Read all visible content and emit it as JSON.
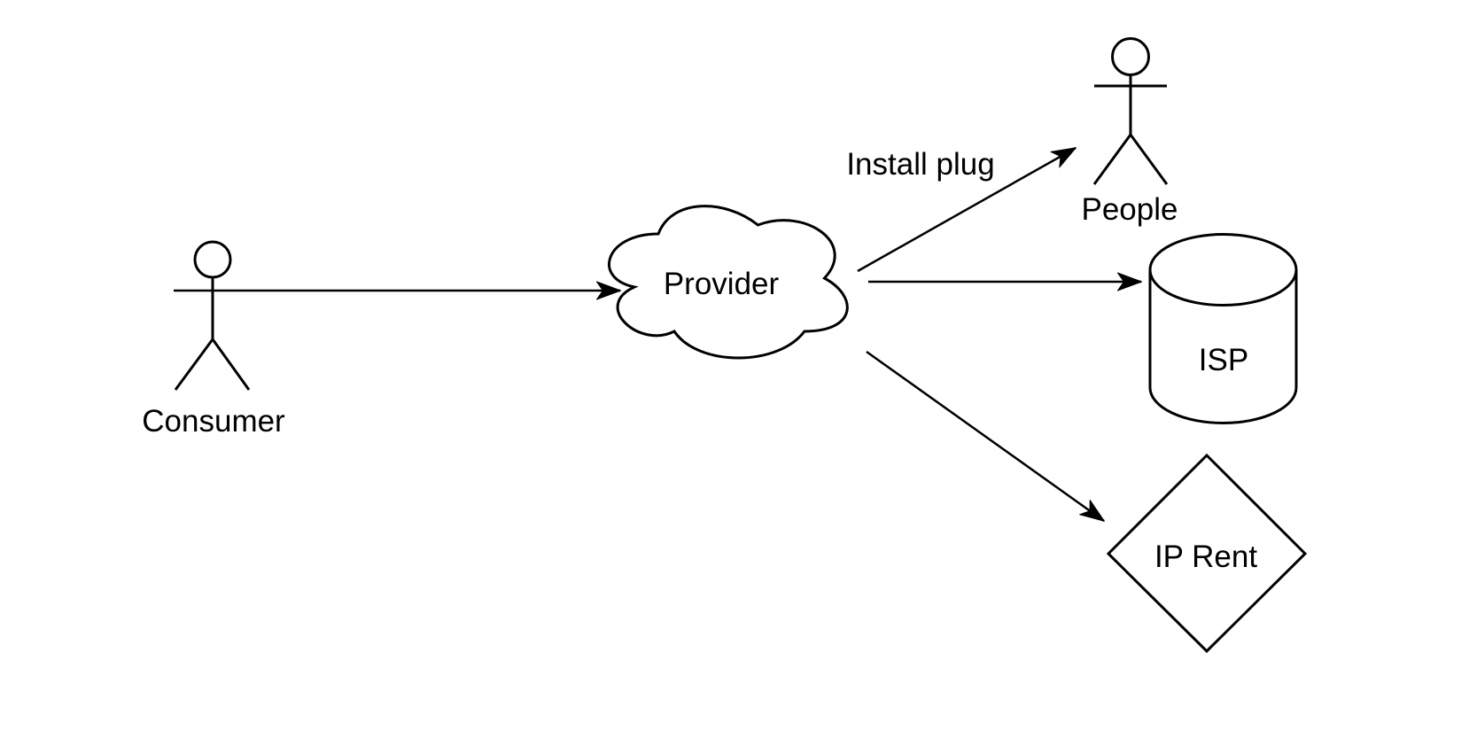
{
  "diagram": {
    "background_color": "#ffffff",
    "stroke_color": "#000000",
    "text_color": "#000000",
    "nodes": {
      "consumer": {
        "label": "Consumer",
        "shape": "actor"
      },
      "provider": {
        "label": "Provider",
        "shape": "cloud"
      },
      "people": {
        "label": "People",
        "shape": "actor"
      },
      "isp": {
        "label": "ISP",
        "shape": "cylinder"
      },
      "ip_rent": {
        "label": "IP Rent",
        "shape": "diamond"
      }
    },
    "edges": [
      {
        "from": "consumer",
        "to": "provider",
        "label": ""
      },
      {
        "from": "provider",
        "to": "people",
        "label": "Install plug"
      },
      {
        "from": "provider",
        "to": "isp",
        "label": ""
      },
      {
        "from": "provider",
        "to": "ip_rent",
        "label": ""
      }
    ]
  }
}
